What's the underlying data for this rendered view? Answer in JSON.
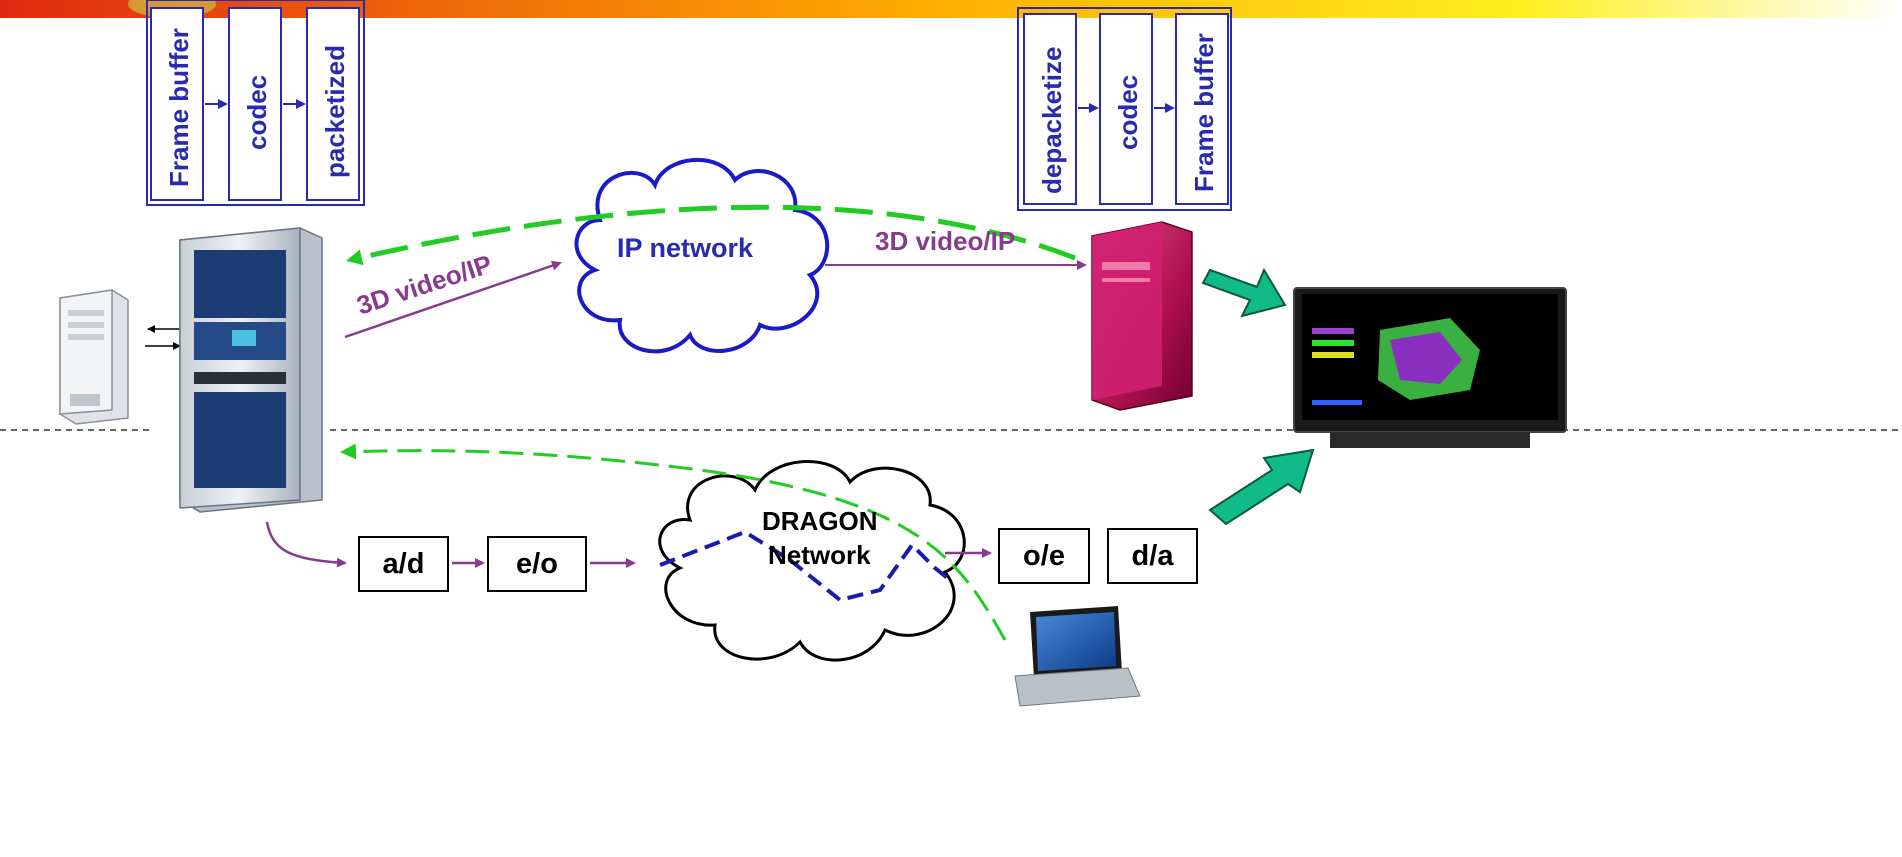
{
  "pipeline_send": {
    "stages": [
      "Frame buffer",
      "codec",
      "packetized"
    ]
  },
  "pipeline_recv": {
    "stages": [
      "depacketize",
      "codec",
      "Frame buffer"
    ]
  },
  "ip_cloud": {
    "label": "IP network"
  },
  "dragon_cloud": {
    "label_line1": "DRAGON",
    "label_line2": "Network"
  },
  "flows": {
    "left_label": "3D video/IP",
    "right_label": "3D video/IP"
  },
  "converters": {
    "ad": "a/d",
    "eo": "e/o",
    "oe": "o/e",
    "da": "d/a"
  },
  "colors": {
    "title_bar_start": "#e02a10",
    "title_bar_mid": "#ffd400",
    "pipeline_blue": "#2a2ab0",
    "flow_purple": "#8a3a8e",
    "return_green": "#22cc22",
    "ip_cloud_outline": "#1a1ac8",
    "dragon_path_blue": "#1a1ab0",
    "big_arrow_teal": "#11bb88"
  },
  "icons": [
    "pc-tower-icon",
    "server-rack-icon",
    "workstation-icon",
    "display-monitor-icon",
    "laptop-icon"
  ]
}
